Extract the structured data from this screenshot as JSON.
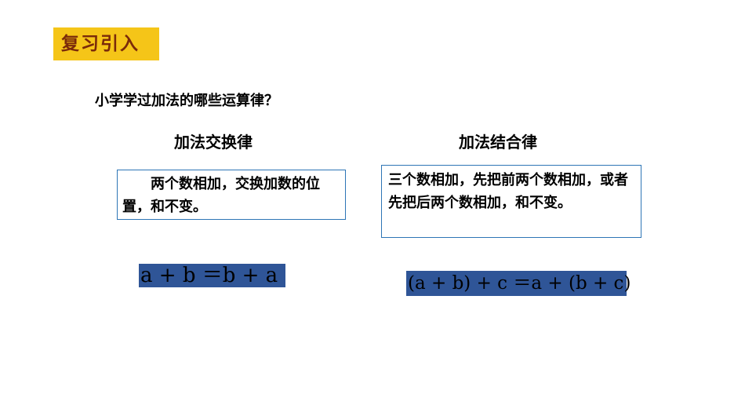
{
  "section_label": "复习引入",
  "question": "小学学过加法的哪些运算律？",
  "laws": [
    {
      "name": "加法交换律",
      "description": "两个数相加，交换加数的位置，和不变。",
      "formula": "a + b ＝b + a"
    },
    {
      "name": "加法结合律",
      "description": "三个数相加，先把前两个数相加，或者先把后两个数相加，和不变。",
      "formula": "(a + b) + c ＝a + (b + c)"
    }
  ],
  "colors": {
    "badge_background": "#f5c518",
    "badge_text": "#7a2a0a",
    "box_border": "#2e75b6",
    "formula_background": "#2f5597"
  }
}
